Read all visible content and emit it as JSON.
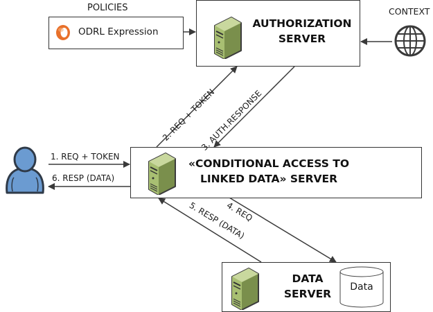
{
  "policies": {
    "heading": "POLICIES",
    "odrl_label": "ODRL Expression"
  },
  "authorization_server": {
    "title_line1": "AUTHORIZATION",
    "title_line2": "SERVER"
  },
  "context": {
    "heading": "CONTEXT"
  },
  "cald_server": {
    "title_line1": "«CONDITIONAL ACCESS TO",
    "title_line2": "LINKED DATA» SERVER"
  },
  "data_server": {
    "title_line1": "DATA",
    "title_line2": "SERVER",
    "db_label": "Data"
  },
  "flows": {
    "step1": "1. REQ + TOKEN",
    "step2": "2. REQ + TOKEN",
    "step3": "3. AUTH.RESPONSE",
    "step4": "4. REQ",
    "step5": "5. RESP (DATA)",
    "step6": "6. RESP (DATA)"
  },
  "colors": {
    "server_green": "#9bb56a",
    "user_blue": "#6b9bd1",
    "odrl_orange": "#e8702a",
    "line": "#3a3a3a"
  }
}
